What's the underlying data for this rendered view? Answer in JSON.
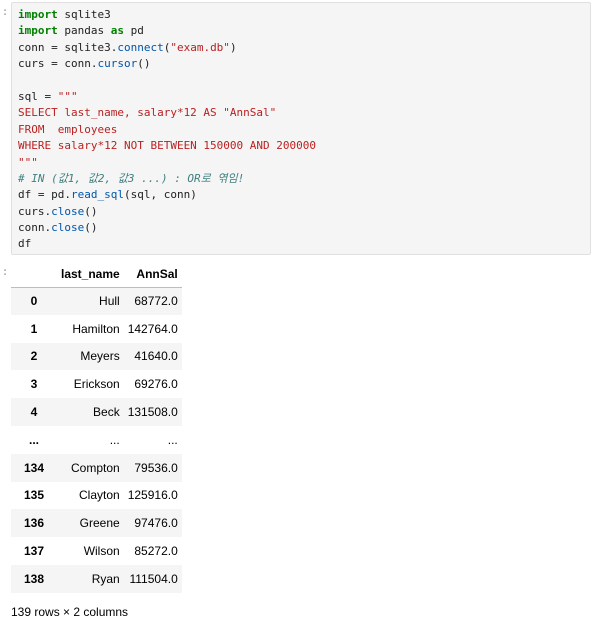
{
  "code_cell": {
    "lines": [
      [
        {
          "t": "import",
          "c": "kw"
        },
        {
          "t": " sqlite3"
        }
      ],
      [
        {
          "t": "import",
          "c": "kw"
        },
        {
          "t": " pandas "
        },
        {
          "t": "as",
          "c": "kw"
        },
        {
          "t": " pd"
        }
      ],
      [
        {
          "t": "conn = sqlite3."
        },
        {
          "t": "connect",
          "c": "mth"
        },
        {
          "t": "("
        },
        {
          "t": "\"exam.db\"",
          "c": "str"
        },
        {
          "t": ")"
        }
      ],
      [
        {
          "t": "curs = conn."
        },
        {
          "t": "cursor",
          "c": "mth"
        },
        {
          "t": "()"
        }
      ],
      [],
      [
        {
          "t": "sql = "
        },
        {
          "t": "\"\"\"",
          "c": "str"
        }
      ],
      [
        {
          "t": "SELECT last_name, salary*12 AS \"AnnSal\"",
          "c": "str"
        }
      ],
      [
        {
          "t": "FROM  employees",
          "c": "str"
        }
      ],
      [
        {
          "t": "WHERE salary*12 NOT BETWEEN 150000 AND 200000",
          "c": "str"
        }
      ],
      [
        {
          "t": "\"\"\"",
          "c": "str"
        }
      ],
      [
        {
          "t": "# IN (값1, 값2, 값3 ...) : OR로 엮임!",
          "c": "cmt"
        }
      ],
      [
        {
          "t": "df = pd."
        },
        {
          "t": "read_sql",
          "c": "mth"
        },
        {
          "t": "(sql, conn)"
        }
      ],
      [
        {
          "t": "curs."
        },
        {
          "t": "close",
          "c": "mth"
        },
        {
          "t": "()"
        }
      ],
      [
        {
          "t": "conn."
        },
        {
          "t": "close",
          "c": "mth"
        },
        {
          "t": "()"
        }
      ],
      [
        {
          "t": "df"
        }
      ]
    ]
  },
  "output": {
    "columns": [
      "",
      "last_name",
      "AnnSal"
    ],
    "rows": [
      [
        "0",
        "Hull",
        "68772.0"
      ],
      [
        "1",
        "Hamilton",
        "142764.0"
      ],
      [
        "2",
        "Meyers",
        "41640.0"
      ],
      [
        "3",
        "Erickson",
        "69276.0"
      ],
      [
        "4",
        "Beck",
        "131508.0"
      ],
      [
        "...",
        "...",
        "..."
      ],
      [
        "134",
        "Compton",
        "79536.0"
      ],
      [
        "135",
        "Clayton",
        "125916.0"
      ],
      [
        "136",
        "Greene",
        "97476.0"
      ],
      [
        "137",
        "Wilson",
        "85272.0"
      ],
      [
        "138",
        "Ryan",
        "111504.0"
      ]
    ],
    "shape_text": "139 rows × 2 columns"
  },
  "prompt_markers": [
    ":",
    ":"
  ]
}
